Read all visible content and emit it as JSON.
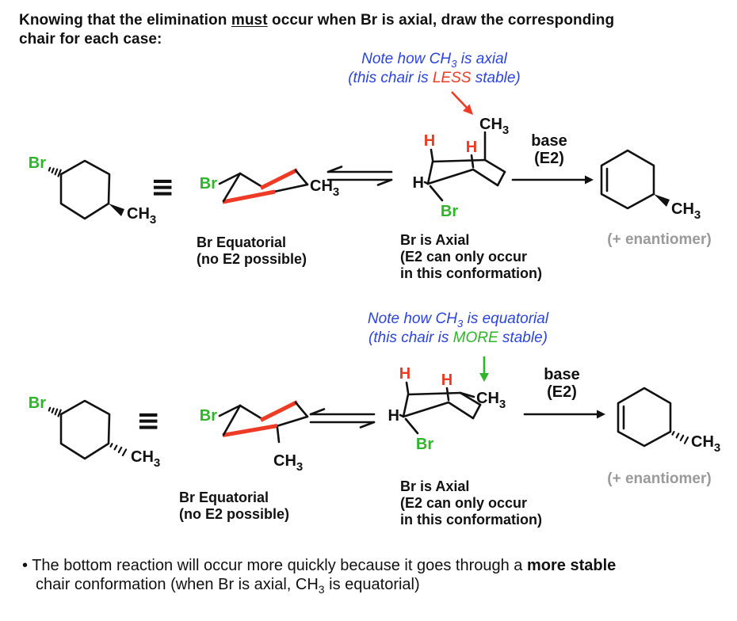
{
  "colors": {
    "ink": "#111111",
    "green": "#2fb52a",
    "red": "#ee3b25",
    "blue": "#2b44dd",
    "gray": "#9a9a9a",
    "bg": "#ffffff"
  },
  "title": {
    "l1a": "Knowing that the elimination ",
    "l1u": "must",
    "l1b": " occur when Br is axial, draw the corresponding",
    "l2": "chair for each case:"
  },
  "note_top": {
    "l1a": "Note how CH",
    "l1sub": "3",
    "l1b": " is axial",
    "l2a": "(this chair is ",
    "em": "LESS",
    "l2b": " stable)"
  },
  "note_bottom": {
    "l1a": "Note how CH",
    "l1sub": "3",
    "l1b": " is equatorial",
    "l2a": "(this chair is ",
    "em": "MORE",
    "l2b": " stable)"
  },
  "labels": {
    "br": "Br",
    "ch": "CH",
    "sub3": "3",
    "h": "H",
    "equiv": "≡",
    "base": "base",
    "e2": "(E2)",
    "br_eq_1": "Br Equatorial",
    "br_eq_2": "(no E2 possible)",
    "br_ax_1": "Br is Axial",
    "br_ax_2": "(E2 can only occur",
    "br_ax_3": "in this conformation)",
    "enantiomer": "(+ enantiomer)"
  },
  "footnote": {
    "bullet": "•",
    "l1a": "The bottom reaction will occur more quickly because it goes through a ",
    "l1b": "more stable",
    "l2a": "chair conformation (when Br is axial, CH",
    "l2sub": "3",
    "l2b": " is equatorial)"
  }
}
